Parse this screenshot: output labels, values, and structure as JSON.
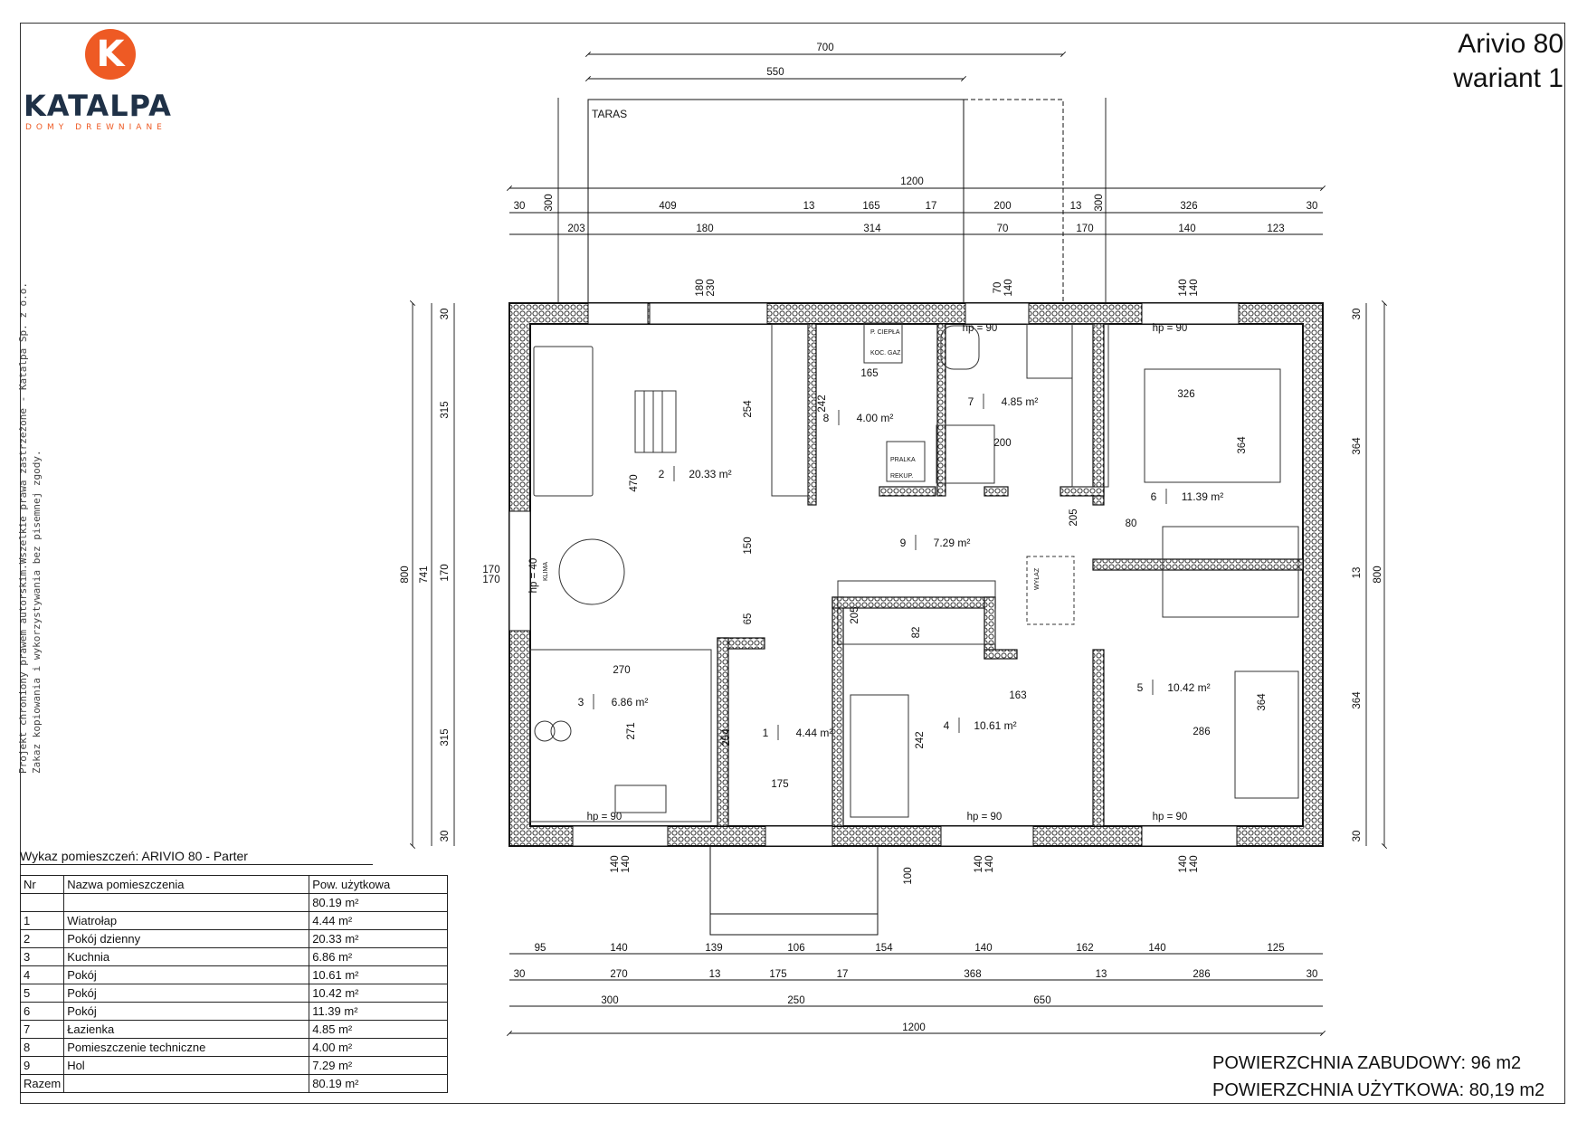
{
  "logo": {
    "letter": "K",
    "brand": "KATALPA",
    "tagline": "DOMY DREWNIANE",
    "accent": "#ee5a24",
    "dark": "#1f3147"
  },
  "title": {
    "line1": "Arivio 80",
    "line2": "wariant 1"
  },
  "copyright": {
    "line1": "Projekt chroniony prawem autorskim.Wszelkie prawa zastrzeżone - Katalpa Sp. z o.o.",
    "line2": "Zakaz kopiowania i wykorzystywania bez pisemnej zgody."
  },
  "room_list": {
    "caption": "Wykaz pomieszczeń: ARIVIO 80 - Parter",
    "headers": {
      "nr": "Nr",
      "name": "Nazwa pomieszczenia",
      "area": "Pow. użytkowa"
    },
    "total_top": "80.19",
    "rows": [
      {
        "nr": "1",
        "name": "Wiatrołap",
        "area": "4.44"
      },
      {
        "nr": "2",
        "name": "Pokój dzienny",
        "area": "20.33"
      },
      {
        "nr": "3",
        "name": "Kuchnia",
        "area": "6.86"
      },
      {
        "nr": "4",
        "name": "Pokój",
        "area": "10.61"
      },
      {
        "nr": "5",
        "name": "Pokój",
        "area": "10.42"
      },
      {
        "nr": "6",
        "name": "Pokój",
        "area": "11.39"
      },
      {
        "nr": "7",
        "name": "Łazienka",
        "area": "4.85"
      },
      {
        "nr": "8",
        "name": "Pomieszczenie techniczne",
        "area": "4.00"
      },
      {
        "nr": "9",
        "name": "Hol",
        "area": "7.29"
      }
    ],
    "total_label": "Razem",
    "total": "80.19",
    "unit": "m²"
  },
  "summary": {
    "built_label": "POWIERZCHNIA ZABUDOWY:",
    "built_value": "96 m2",
    "usable_label": "POWIERZCHNIA UŻYTKOWA:",
    "usable_value": "80,19 m2"
  },
  "plan": {
    "terrace_label": "TARAS",
    "top_dims_1": [
      "700"
    ],
    "top_dims_2": [
      "550"
    ],
    "top_total": "1200",
    "top_row_a": [
      "30",
      "409",
      "13",
      "165",
      "17",
      "200",
      "13",
      "326",
      "30"
    ],
    "top_row_b": [
      "203",
      "180",
      "314",
      "70",
      "170",
      "140",
      "123"
    ],
    "side_300a": "300",
    "side_300b": "300",
    "bottom_row_a": [
      "95",
      "140",
      "139",
      "106",
      "154",
      "140",
      "162",
      "140",
      "125"
    ],
    "bottom_row_b": [
      "30",
      "270",
      "13",
      "175",
      "17",
      "368",
      "13",
      "286",
      "30"
    ],
    "bottom_row_c": [
      "300",
      "250",
      "650"
    ],
    "bottom_total": "1200",
    "left_dims": [
      "30",
      "315",
      "170",
      "315",
      "30"
    ],
    "left_741": "741",
    "left_800": "800",
    "left_window": [
      "170",
      "170"
    ],
    "right_dims": [
      "30",
      "364",
      "13",
      "364",
      "30"
    ],
    "right_800": "800",
    "rooms": [
      {
        "nr": "1",
        "area": "4.44 m²"
      },
      {
        "nr": "2",
        "area": "20.33 m²"
      },
      {
        "nr": "3",
        "area": "6.86 m²"
      },
      {
        "nr": "4",
        "area": "10.61 m²"
      },
      {
        "nr": "5",
        "area": "10.42 m²"
      },
      {
        "nr": "6",
        "area": "11.39 m²"
      },
      {
        "nr": "7",
        "area": "4.85 m²"
      },
      {
        "nr": "8",
        "area": "4.00 m²"
      },
      {
        "nr": "9",
        "area": "7.29 m²"
      }
    ],
    "inner_dims": [
      "470",
      "254",
      "150",
      "65",
      "270",
      "271",
      "254",
      "175",
      "242",
      "165",
      "200",
      "364",
      "326",
      "205",
      "163",
      "242",
      "286",
      "364",
      "82",
      "100",
      "205",
      "80"
    ],
    "window_labels": [
      "180",
      "230",
      "70",
      "140",
      "140",
      "140",
      "140",
      "140",
      "140",
      "140",
      "140",
      "140"
    ],
    "hp_labels": [
      "hp = 90",
      "hp = 90",
      "hp = 90",
      "hp = 90",
      "hp = 90",
      "hp = 40"
    ],
    "equipment": [
      "P. CIEPŁA",
      "KOC. GAZ",
      "PRALKA",
      "REKUP.",
      "WYŁAZ",
      "KLIMA"
    ]
  }
}
